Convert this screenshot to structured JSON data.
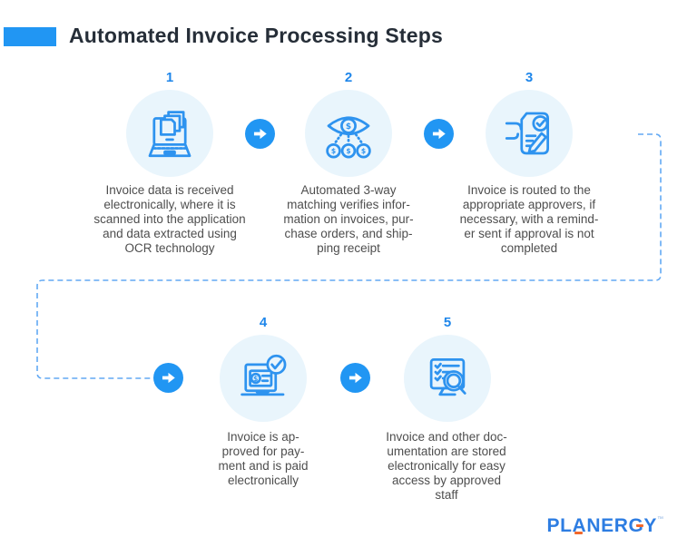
{
  "header": {
    "title": "Automated Invoice Processing Steps",
    "accent_color": "#2196f3"
  },
  "steps": [
    {
      "number": "1",
      "icon": "laptop-scan-icon",
      "text": "Invoice data is received\nelectronically, where it is\nscanned into the application\nand data extracted using\nOCR technology"
    },
    {
      "number": "2",
      "icon": "three-way-matching-icon",
      "text": "Automated 3-way\nmatching verifies infor-\nmation on invoices, pur-\nchase orders, and ship-\nping receipt"
    },
    {
      "number": "3",
      "icon": "approval-routing-icon",
      "text": "Invoice is routed to the\nappropriate approvers, if\nnecessary, with a remind-\ner sent if approval is not\ncompleted"
    },
    {
      "number": "4",
      "icon": "payment-approved-icon",
      "text": "Invoice is ap-\nproved for pay-\nment and is paid\nelectronically"
    },
    {
      "number": "5",
      "icon": "document-storage-icon",
      "text": "Invoice and other doc-\numentation are stored\nelectronically for easy\naccess by approved\nstaff"
    }
  ],
  "logo": {
    "letters": [
      "P",
      "L",
      "A",
      "N",
      "E",
      "R",
      "G",
      "Y"
    ],
    "trademark": "™",
    "blue": "#2d7de2",
    "orange": "#f2682a"
  },
  "colors": {
    "accent_blue": "#2196f3",
    "icon_blue": "#2e93ef",
    "circle_bg": "#e9f5fc",
    "dashed_line": "#62a9f4",
    "body_text": "#4e4e4e",
    "title_text": "#262e38"
  }
}
